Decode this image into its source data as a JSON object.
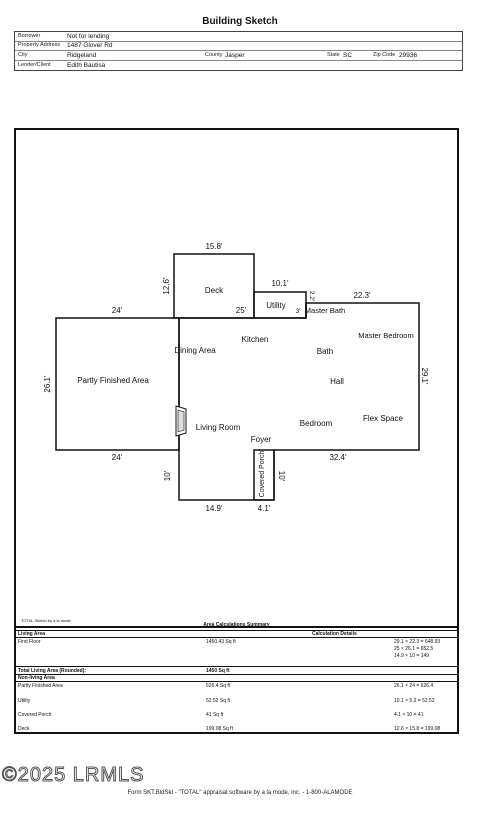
{
  "header": {
    "title": "Building Sketch"
  },
  "info": {
    "borrower_label": "Borrower",
    "borrower": "Not for lending",
    "address_label": "Property Address",
    "address": "1487 Glover Rd",
    "city_label": "City",
    "city": "Ridgeland",
    "county_label": "County",
    "county": "Jasper",
    "state_label": "State",
    "state": "SC",
    "zip_label": "Zip Code",
    "zip": "29936",
    "lender_label": "Lender/Client",
    "lender": "Edith Bautisa"
  },
  "sketch": {
    "rooms": {
      "deck": "Deck",
      "utility": "Utility",
      "master_bath": "Master Bath",
      "master_bedroom": "Master Bedroom",
      "kitchen": "Kitchen",
      "dining": "Dining Area",
      "bath": "Bath",
      "hall": "Hall",
      "partly_finished": "Partly Finished Area",
      "living_room": "Living Room",
      "bedroom": "Bedroom",
      "flex_space": "Flex Space",
      "foyer": "Foyer",
      "covered_porch": "Covered Porch"
    },
    "dims": {
      "deck_top": "15.8'",
      "deck_left": "12.6'",
      "deck_bottom": "25'",
      "utility_top": "10.1'",
      "utility_right": "2.2'",
      "utility_small": "3'",
      "right_top": "22.3'",
      "right_side": "29.1'",
      "left_top": "24'",
      "left_side": "26.1'",
      "left_bottom": "24'",
      "bottom_right": "32.4'",
      "porch_left": "10'",
      "porch_right": "10'",
      "bottom_left": "14.9'",
      "porch_bottom": "4.1'"
    },
    "note": "TOTAL Sketch by a la mode"
  },
  "calc": {
    "title": "Area Calculations Summary",
    "living_header": "Living Area",
    "details_header": "Calculation Details",
    "first_floor_label": "First Floor",
    "first_floor_value": "1450.43 Sq ft",
    "first_floor_calcs": [
      "29.1 × 22.3  =  648.93",
      "25 × 26.1  =  652.5",
      "14.9 × 10  =  149"
    ],
    "total_label": "Total Living Area (Rounded):",
    "total_value": "1450 Sq ft",
    "nonliving_header": "Non-living Area",
    "nonliving": [
      {
        "label": "Partly Finished Area",
        "value": "626.4 Sq ft",
        "calc": "26.1 × 24  =  626.4"
      },
      {
        "label": "Utility",
        "value": "52.52 Sq ft",
        "calc": "10.1 × 5.2  =  52.52"
      },
      {
        "label": "Covered Porch",
        "value": "41 Sq ft",
        "calc": "4.1 × 10  =  41"
      },
      {
        "label": "Deck",
        "value": "199.08 Sq ft",
        "calc": "12.6 × 15.8  =  199.08"
      }
    ]
  },
  "watermark": "©2025 LRMLS",
  "footer": "Form SKT.BldSkI - \"TOTAL\" appraisal software by a la mode, inc. - 1-800-ALAMODE"
}
